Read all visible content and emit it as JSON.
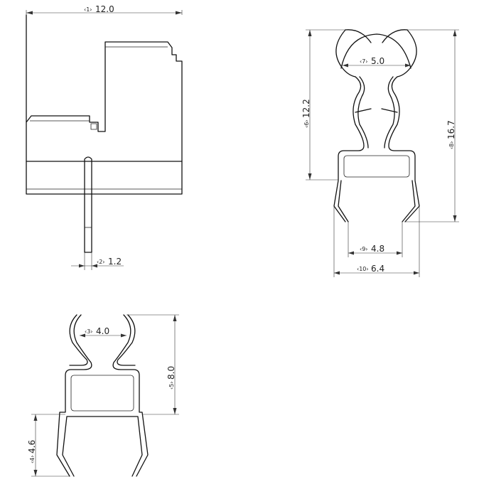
{
  "dimensions": [
    {
      "id": "1",
      "label": "1",
      "value": "12.0"
    },
    {
      "id": "2",
      "label": "2",
      "value": "1.2"
    },
    {
      "id": "3",
      "label": "3",
      "value": "4.0"
    },
    {
      "id": "4",
      "label": "4",
      "value": "4.6"
    },
    {
      "id": "5",
      "label": "5",
      "value": "8.0"
    },
    {
      "id": "6",
      "label": "6",
      "value": "12.2"
    },
    {
      "id": "7",
      "label": "7",
      "value": "5.0"
    },
    {
      "id": "8",
      "label": "8",
      "value": "16.7"
    },
    {
      "id": "9",
      "label": "9",
      "value": "4.8"
    },
    {
      "id": "10",
      "label": "10",
      "value": "6.4"
    }
  ]
}
